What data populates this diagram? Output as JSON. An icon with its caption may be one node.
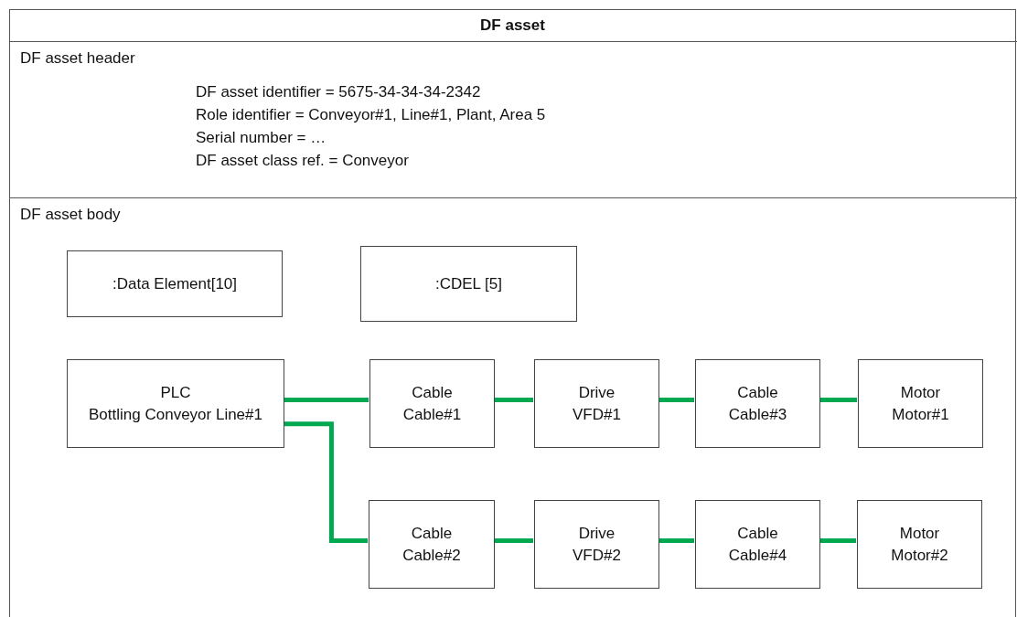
{
  "diagram": {
    "nodes": [
      {
        "text": [
          "DF asset"
        ]
      },
      {
        "text": [
          "DF asset header",
          "DF asset identifier = 5675-34-34-34-2342",
          "Role identifier = Conveyor#1, Line#1, Plant, Area 5",
          "Serial number = …",
          "DF asset class ref. = Conveyor"
        ],
        "in": 0
      },
      {
        "text": [
          "DF asset body"
        ],
        "in": 0
      },
      {
        "text": [
          ":Data Element[10]"
        ],
        "in": 2
      },
      {
        "text": [
          ":CDEL [5]"
        ],
        "in": 2
      },
      {
        "text": [
          "PLC",
          "Bottling Conveyor Line#1"
        ],
        "in": 2
      },
      {
        "text": [
          "Cable",
          "Cable#1"
        ],
        "in": 2
      },
      {
        "text": [
          "Drive",
          "VFD#1"
        ],
        "in": 2
      },
      {
        "text": [
          "Cable",
          "Cable#3"
        ],
        "in": 2
      },
      {
        "text": [
          "Motor",
          "Motor#1"
        ],
        "in": 2
      },
      {
        "text": [
          "Cable",
          "Cable#2"
        ],
        "in": 2
      },
      {
        "text": [
          "Drive",
          "VFD#2"
        ],
        "in": 2
      },
      {
        "text": [
          "Cable",
          "Cable#4"
        ],
        "in": 2
      },
      {
        "text": [
          "Motor",
          "Motor#2"
        ],
        "in": 2
      }
    ],
    "edges": [
      {
        "from": 5,
        "to": 6,
        "arrow": "none"
      },
      {
        "from": 6,
        "to": 7,
        "arrow": "none"
      },
      {
        "from": 7,
        "to": 8,
        "arrow": "none"
      },
      {
        "from": 8,
        "to": 9,
        "arrow": "none"
      },
      {
        "from": 5,
        "to": 10,
        "arrow": "none"
      },
      {
        "from": 10,
        "to": 11,
        "arrow": "none"
      },
      {
        "from": 11,
        "to": 12,
        "arrow": "none"
      },
      {
        "from": 12,
        "to": 13,
        "arrow": "none"
      }
    ]
  }
}
